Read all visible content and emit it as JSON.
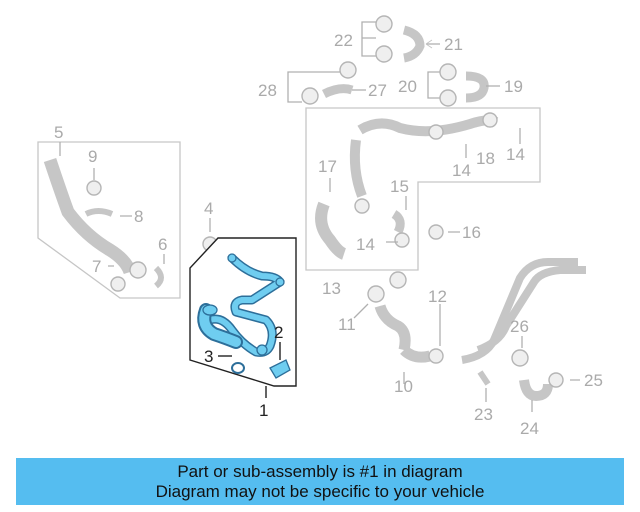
{
  "diagram": {
    "highlight_color": "#6fcdf0",
    "ghost_color": "#c8c8c8",
    "callouts": [
      {
        "id": "c1",
        "label": "1",
        "highlighted": true
      },
      {
        "id": "c2",
        "label": "2",
        "highlighted": true
      },
      {
        "id": "c3",
        "label": "3",
        "highlighted": true
      },
      {
        "id": "c4",
        "label": "4"
      },
      {
        "id": "c5",
        "label": "5"
      },
      {
        "id": "c6",
        "label": "6"
      },
      {
        "id": "c7",
        "label": "7"
      },
      {
        "id": "c8",
        "label": "8"
      },
      {
        "id": "c9",
        "label": "9"
      },
      {
        "id": "c10",
        "label": "10"
      },
      {
        "id": "c11",
        "label": "11"
      },
      {
        "id": "c12",
        "label": "12"
      },
      {
        "id": "c13",
        "label": "13"
      },
      {
        "id": "c14a",
        "label": "14"
      },
      {
        "id": "c14b",
        "label": "14"
      },
      {
        "id": "c14c",
        "label": "14"
      },
      {
        "id": "c15",
        "label": "15"
      },
      {
        "id": "c16",
        "label": "16"
      },
      {
        "id": "c17",
        "label": "17"
      },
      {
        "id": "c18",
        "label": "18"
      },
      {
        "id": "c19",
        "label": "19"
      },
      {
        "id": "c20",
        "label": "20"
      },
      {
        "id": "c21",
        "label": "21"
      },
      {
        "id": "c22",
        "label": "22"
      },
      {
        "id": "c23",
        "label": "23"
      },
      {
        "id": "c24",
        "label": "24"
      },
      {
        "id": "c25",
        "label": "25"
      },
      {
        "id": "c26",
        "label": "26"
      },
      {
        "id": "c27",
        "label": "27"
      },
      {
        "id": "c28",
        "label": "28"
      }
    ]
  },
  "banner": {
    "line1": "Part or sub-assembly is #1 in diagram",
    "line2": "Diagram may not be specific to your vehicle"
  }
}
